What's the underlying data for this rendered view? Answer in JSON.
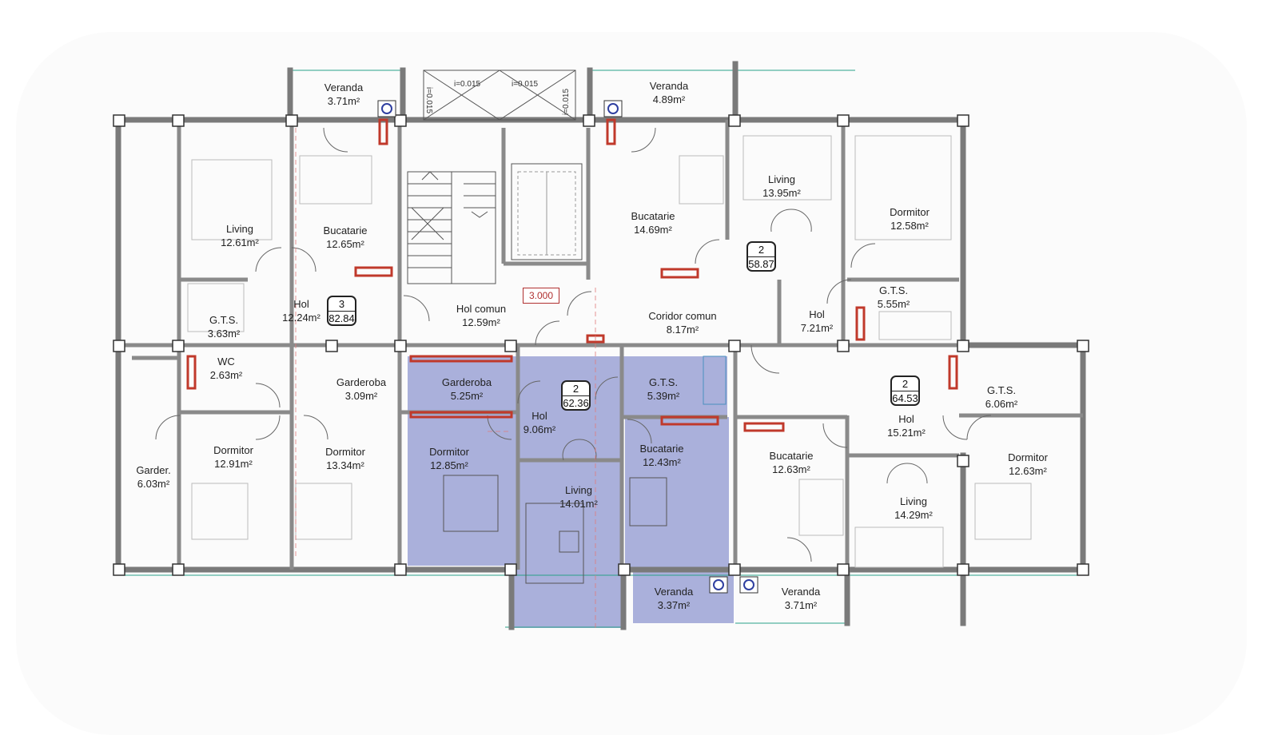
{
  "plan": {
    "level": "3.000",
    "slope_marks": [
      "i=0.015",
      "i=0.015",
      "i=0.015",
      "i=0.015"
    ],
    "highlight_color": "#aab0db",
    "wall_color": "#7a7a7a",
    "fixture_color": "#c0392b",
    "apartments": [
      {
        "rooms": "3",
        "area": "82.84"
      },
      {
        "rooms": "2",
        "area": "58.87"
      },
      {
        "rooms": "2",
        "area": "62.36"
      },
      {
        "rooms": "2",
        "area": "64.53"
      }
    ],
    "rooms": [
      {
        "name": "Veranda",
        "area": "3.71m²"
      },
      {
        "name": "Veranda",
        "area": "4.89m²"
      },
      {
        "name": "Living",
        "area": "12.61m²"
      },
      {
        "name": "Bucatarie",
        "area": "12.65m²"
      },
      {
        "name": "Bucatarie",
        "area": "14.69m²"
      },
      {
        "name": "Living",
        "area": "13.95m²"
      },
      {
        "name": "Dormitor",
        "area": "12.58m²"
      },
      {
        "name": "G.T.S.",
        "area": "5.55m²"
      },
      {
        "name": "Hol",
        "area": "7.21m²"
      },
      {
        "name": "Hol",
        "area": "12.24m²"
      },
      {
        "name": "G.T.S.",
        "area": "3.63m²"
      },
      {
        "name": "Hol comun",
        "area": "12.59m²"
      },
      {
        "name": "Coridor comun",
        "area": "8.17m²"
      },
      {
        "name": "WC",
        "area": "2.63m²"
      },
      {
        "name": "Garderoba",
        "area": "3.09m²"
      },
      {
        "name": "Garderoba",
        "area": "5.25m²"
      },
      {
        "name": "G.T.S.",
        "area": "5.39m²"
      },
      {
        "name": "Hol",
        "area": "9.06m²"
      },
      {
        "name": "G.T.S.",
        "area": "6.06m²"
      },
      {
        "name": "Hol",
        "area": "15.21m²"
      },
      {
        "name": "Garder.",
        "area": "6.03m²"
      },
      {
        "name": "Dormitor",
        "area": "12.91m²"
      },
      {
        "name": "Dormitor",
        "area": "13.34m²"
      },
      {
        "name": "Dormitor",
        "area": "12.85m²"
      },
      {
        "name": "Living",
        "area": "14.01m²"
      },
      {
        "name": "Bucatarie",
        "area": "12.43m²"
      },
      {
        "name": "Bucatarie",
        "area": "12.63m²"
      },
      {
        "name": "Living",
        "area": "14.29m²"
      },
      {
        "name": "Dormitor",
        "area": "12.63m²"
      },
      {
        "name": "Veranda",
        "area": "3.37m²"
      },
      {
        "name": "Veranda",
        "area": "3.71m²"
      }
    ]
  }
}
